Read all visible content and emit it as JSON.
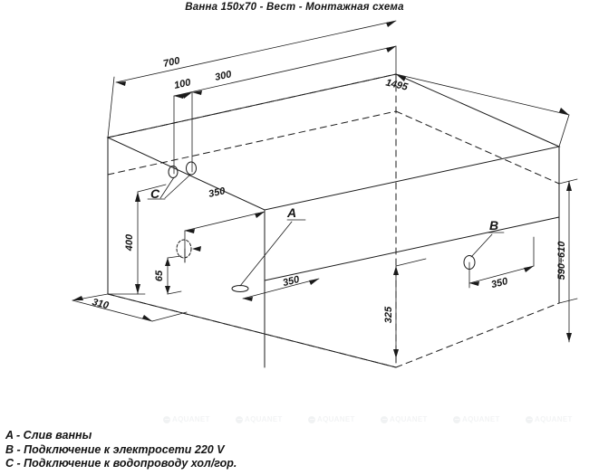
{
  "title": "Ванна 150x70 - Вест - Монтажная схема",
  "dimensions": {
    "top_width": "700",
    "sub_left": "100",
    "sub_right": "300",
    "length": "1495",
    "left_height": "400",
    "lower_offset": "65",
    "front_depth": "310",
    "drain_offset_upper": "350",
    "drain_offset_lower": "350",
    "right_offset": "350",
    "right_height": "325",
    "total_height": "590÷610"
  },
  "callouts": {
    "a": "A",
    "b": "B",
    "c": "C"
  },
  "legend": [
    "A - Слив ванны",
    "B - Подключение к электросети 220 V",
    "C - Подключение к водопроводу хол/гор."
  ],
  "watermark": {
    "text": "AQUANET",
    "positions": [
      180,
      260,
      340,
      420,
      500,
      580
    ]
  },
  "colors": {
    "line": "#1a1a1a",
    "text": "#141414",
    "background": "#ffffff",
    "watermark": "#e6e9eb"
  }
}
